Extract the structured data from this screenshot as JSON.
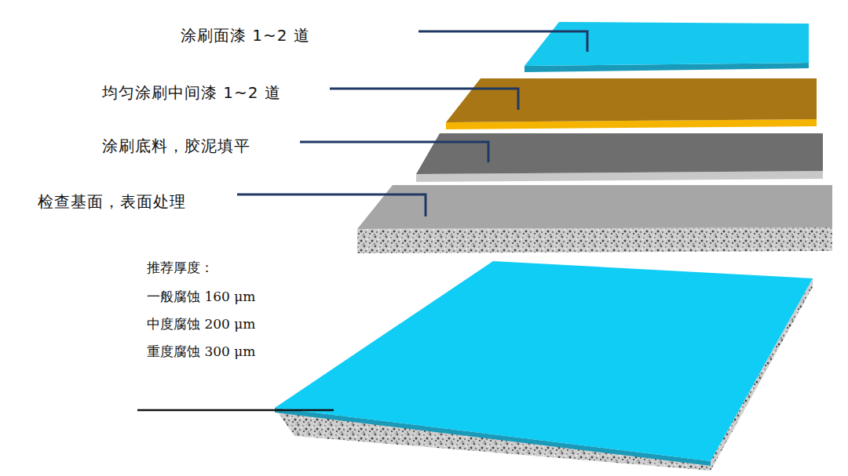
{
  "diagram": {
    "labels": [
      "涂刷面漆 1~2 道",
      "均匀涂刷中间漆 1~2 道",
      "涂刷底料，胶泥填平",
      "检查基面，表面处理",
      "推荐厚度：",
      "一般腐蚀 160 μm",
      "中度腐蚀 200 μm",
      "重度腐蚀 300 μm"
    ]
  }
}
